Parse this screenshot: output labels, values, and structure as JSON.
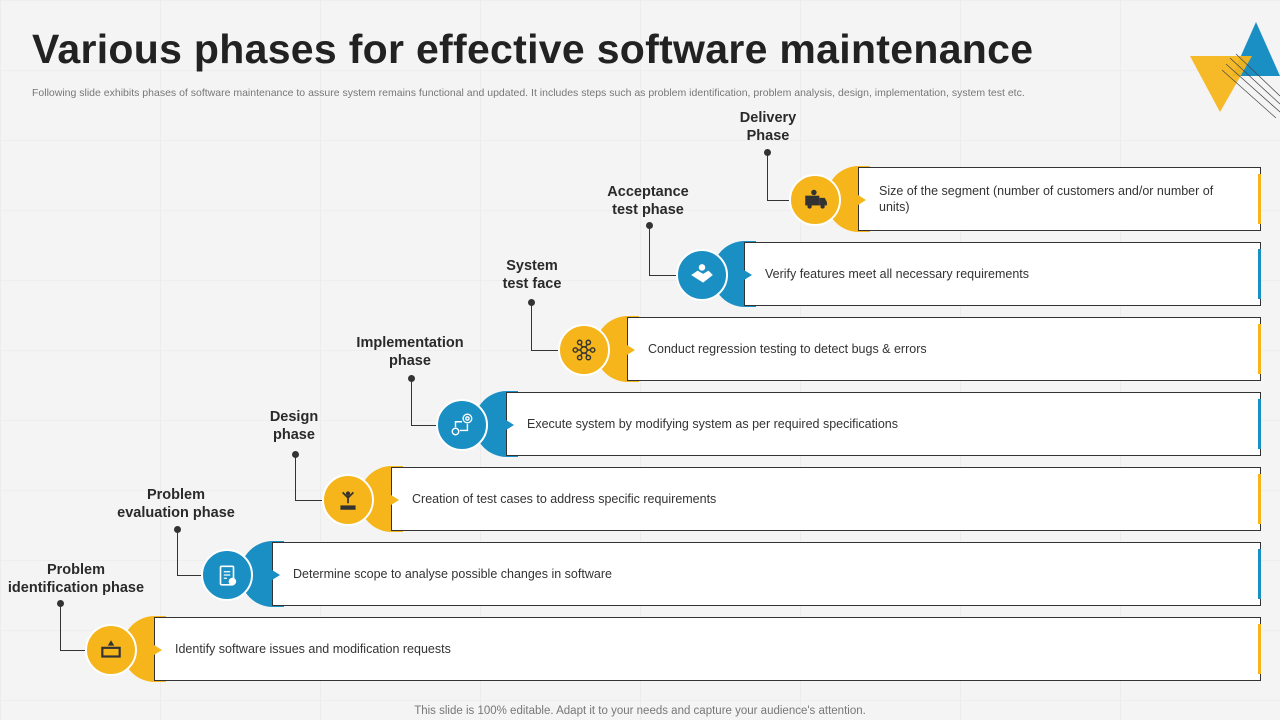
{
  "title": "Various phases for effective software maintenance",
  "subtitle": "Following slide exhibits phases of software maintenance to assure system remains functional and updated. It includes steps such as problem identification, problem analysis, design, implementation, system test etc.",
  "footer": "This slide is 100% editable. Adapt it to your needs and capture your audience's attention.",
  "colors": {
    "yellow": "#F5B51B",
    "blue": "#1A8FC4"
  },
  "phases": [
    {
      "label": [
        "Delivery",
        "Phase"
      ],
      "text": "Size of the segment (number of customers and/or number of units)",
      "color": "yellow",
      "icon": "delivery-truck-icon"
    },
    {
      "label": [
        "Acceptance",
        "test phase"
      ],
      "text": "Verify features meet all necessary requirements",
      "color": "blue",
      "icon": "handshake-icon"
    },
    {
      "label": [
        "System",
        "test face"
      ],
      "text": "Conduct regression testing to detect bugs & errors",
      "color": "yellow",
      "icon": "network-nodes-icon"
    },
    {
      "label": [
        "Implementation",
        "phase"
      ],
      "text": "Execute system by modifying system as per required specifications",
      "color": "blue",
      "icon": "target-process-icon"
    },
    {
      "label": [
        "Design",
        "phase"
      ],
      "text": "Creation of test cases to address specific requirements",
      "color": "yellow",
      "icon": "person-podium-icon"
    },
    {
      "label": [
        "Problem",
        "evaluation phase"
      ],
      "text": "Determine scope to analyse possible changes in software",
      "color": "blue",
      "icon": "clipboard-check-icon"
    },
    {
      "label": [
        "Problem",
        "identification phase"
      ],
      "text": "Identify software issues and modification requests",
      "color": "yellow",
      "icon": "warning-screen-icon"
    }
  ]
}
